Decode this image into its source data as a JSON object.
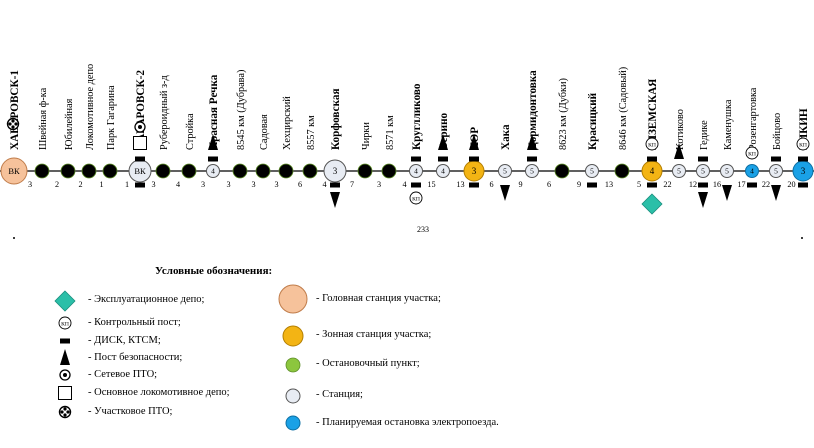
{
  "colors": {
    "head_station": "#f6c29b",
    "zone_station": "#f3b414",
    "stop_point": "#8cc63e",
    "station": "#e8ecf3",
    "planned_stop": "#1aa1e6",
    "depot": "#2bbfa8"
  },
  "icons": {
    "depot": "diamond-icon",
    "control_post": "control-post-icon",
    "disk": "disk-ktsm-icon",
    "safety_post": "safety-post-triangle-icon",
    "network_pto": "network-pto-icon",
    "main_depot": "main-depot-square-icon",
    "section_pto": "section-pto-icon"
  },
  "center_number": "233",
  "stations": [
    {
      "name": "ХАБАРОВСК-1",
      "bold": true,
      "type": "head",
      "code": "ВК",
      "dist": "3",
      "marks_above": [
        "section_pto"
      ]
    },
    {
      "name": "Швейная ф-ка",
      "type": "stop",
      "dist": "2"
    },
    {
      "name": "Юбилейная",
      "type": "stop",
      "dist": "2"
    },
    {
      "name": "Локомотивное депо",
      "type": "stop",
      "dist": "1"
    },
    {
      "name": "Парк Гагарина",
      "type": "stop",
      "dist": "1"
    },
    {
      "name": "ХАБАРОВСК-2",
      "bold": true,
      "type": "station",
      "code": "ВК",
      "dist": "3",
      "marks_above": [
        "network_pto",
        "main_depot",
        "disk"
      ],
      "marks_below": [
        "disk"
      ]
    },
    {
      "name": "Рубероидный з-д",
      "type": "stop",
      "dist": "4"
    },
    {
      "name": "Стройка",
      "type": "stop",
      "dist": "3"
    },
    {
      "name": "Красная Речка",
      "bold": true,
      "type": "station",
      "code": "4",
      "dist": "3",
      "marks_above": [
        "safety_up",
        "disk"
      ]
    },
    {
      "name": "8545 км (Дубрава)",
      "type": "stop",
      "dist": "3"
    },
    {
      "name": "Садовая",
      "type": "stop",
      "dist": "3"
    },
    {
      "name": "Хехцирский",
      "type": "stop",
      "dist": "6"
    },
    {
      "name": "8557 км",
      "type": "stop",
      "dist": "4"
    },
    {
      "name": "Корфовская",
      "bold": true,
      "type": "station",
      "code": "3",
      "dist": "7",
      "marks_below": [
        "disk",
        "safety_down"
      ]
    },
    {
      "name": "Чирки",
      "type": "stop",
      "dist": "3"
    },
    {
      "name": "8571 км",
      "type": "stop",
      "dist": "4"
    },
    {
      "name": "Круглликово",
      "bold": true,
      "type": "station",
      "code": "4",
      "dist": "15",
      "marks_above": [
        "disk"
      ],
      "marks_below": [
        "disk",
        "control_post"
      ]
    },
    {
      "name": "Верино",
      "bold": true,
      "type": "station",
      "code": "4",
      "dist": "13",
      "marks_above": [
        "safety_up",
        "disk"
      ]
    },
    {
      "name": "ХОР",
      "bold": true,
      "type": "zone",
      "code": "3",
      "dist": "6",
      "marks_above": [
        "safety_up",
        "disk"
      ],
      "marks_below": [
        "disk"
      ]
    },
    {
      "name": "Хака",
      "bold": true,
      "type": "station",
      "code": "5",
      "dist": "9",
      "marks_below": [
        "safety_down"
      ]
    },
    {
      "name": "Дормидонтовка",
      "bold": true,
      "type": "station",
      "code": "5",
      "dist": "6",
      "marks_above": [
        "safety_up",
        "disk"
      ]
    },
    {
      "name": "8623 км (Дубки)",
      "type": "stop",
      "dist": "9"
    },
    {
      "name": "Красицкий",
      "bold": true,
      "type": "station",
      "code": "5",
      "dist": "13",
      "marks_below": [
        "disk"
      ]
    },
    {
      "name": "8646 км (Садовый)",
      "type": "stop",
      "dist": "5"
    },
    {
      "name": "ВЯЗЕМСКАЯ",
      "bold": true,
      "type": "zone",
      "code": "4",
      "dist": "22",
      "marks_above": [
        "control_post",
        "disk"
      ],
      "marks_below": [
        "disk",
        "depot"
      ]
    },
    {
      "name": "Котиково",
      "type": "station",
      "code": "5",
      "dist": "12",
      "marks_above": [
        "safety_up"
      ]
    },
    {
      "name": "Гедике",
      "type": "station",
      "code": "5",
      "dist": "16",
      "marks_above": [
        "disk"
      ],
      "marks_below": [
        "disk",
        "safety_down"
      ]
    },
    {
      "name": "Каменушка",
      "type": "station",
      "code": "5",
      "dist": "17",
      "marks_below": [
        "safety_down"
      ]
    },
    {
      "name": "Розенгартовка",
      "type": "planned",
      "code": "4",
      "dist": "22",
      "marks_above": [
        "control_post"
      ],
      "marks_below": [
        "disk"
      ]
    },
    {
      "name": "Бойцово",
      "type": "station",
      "code": "5",
      "dist": "20",
      "marks_above": [
        "disk"
      ],
      "marks_below": [
        "safety_down"
      ]
    },
    {
      "name": "БИКИН",
      "bold": true,
      "type": "planned",
      "code": "3",
      "marks_above": [
        "control_post",
        "disk"
      ],
      "marks_below": [
        "disk"
      ]
    }
  ],
  "legend": {
    "title": "Условные обозначения:",
    "left": [
      {
        "icon": "depot",
        "label": "- Эксплуатационное депо;"
      },
      {
        "icon": "control_post",
        "label": "- Контрольный пост;"
      },
      {
        "icon": "disk",
        "label": "- ДИСК, КТСМ;"
      },
      {
        "icon": "safety_post",
        "label": "- Пост безопасности;"
      },
      {
        "icon": "network_pto",
        "label": "- Сетевое ПТО;"
      },
      {
        "icon": "main_depot",
        "label": "- Основное локомотивное депо;"
      },
      {
        "icon": "section_pto",
        "label": "- Участковое ПТО;"
      }
    ],
    "right": [
      {
        "icon": "head",
        "label": "- Головная станция участка;"
      },
      {
        "icon": "zone",
        "label": "- Зонная станция участка;"
      },
      {
        "icon": "stop",
        "label": "- Остановочный пункт;"
      },
      {
        "icon": "station",
        "label": "- Станция;"
      },
      {
        "icon": "planned",
        "label": "- Планируемая остановка электропоезда."
      }
    ]
  }
}
